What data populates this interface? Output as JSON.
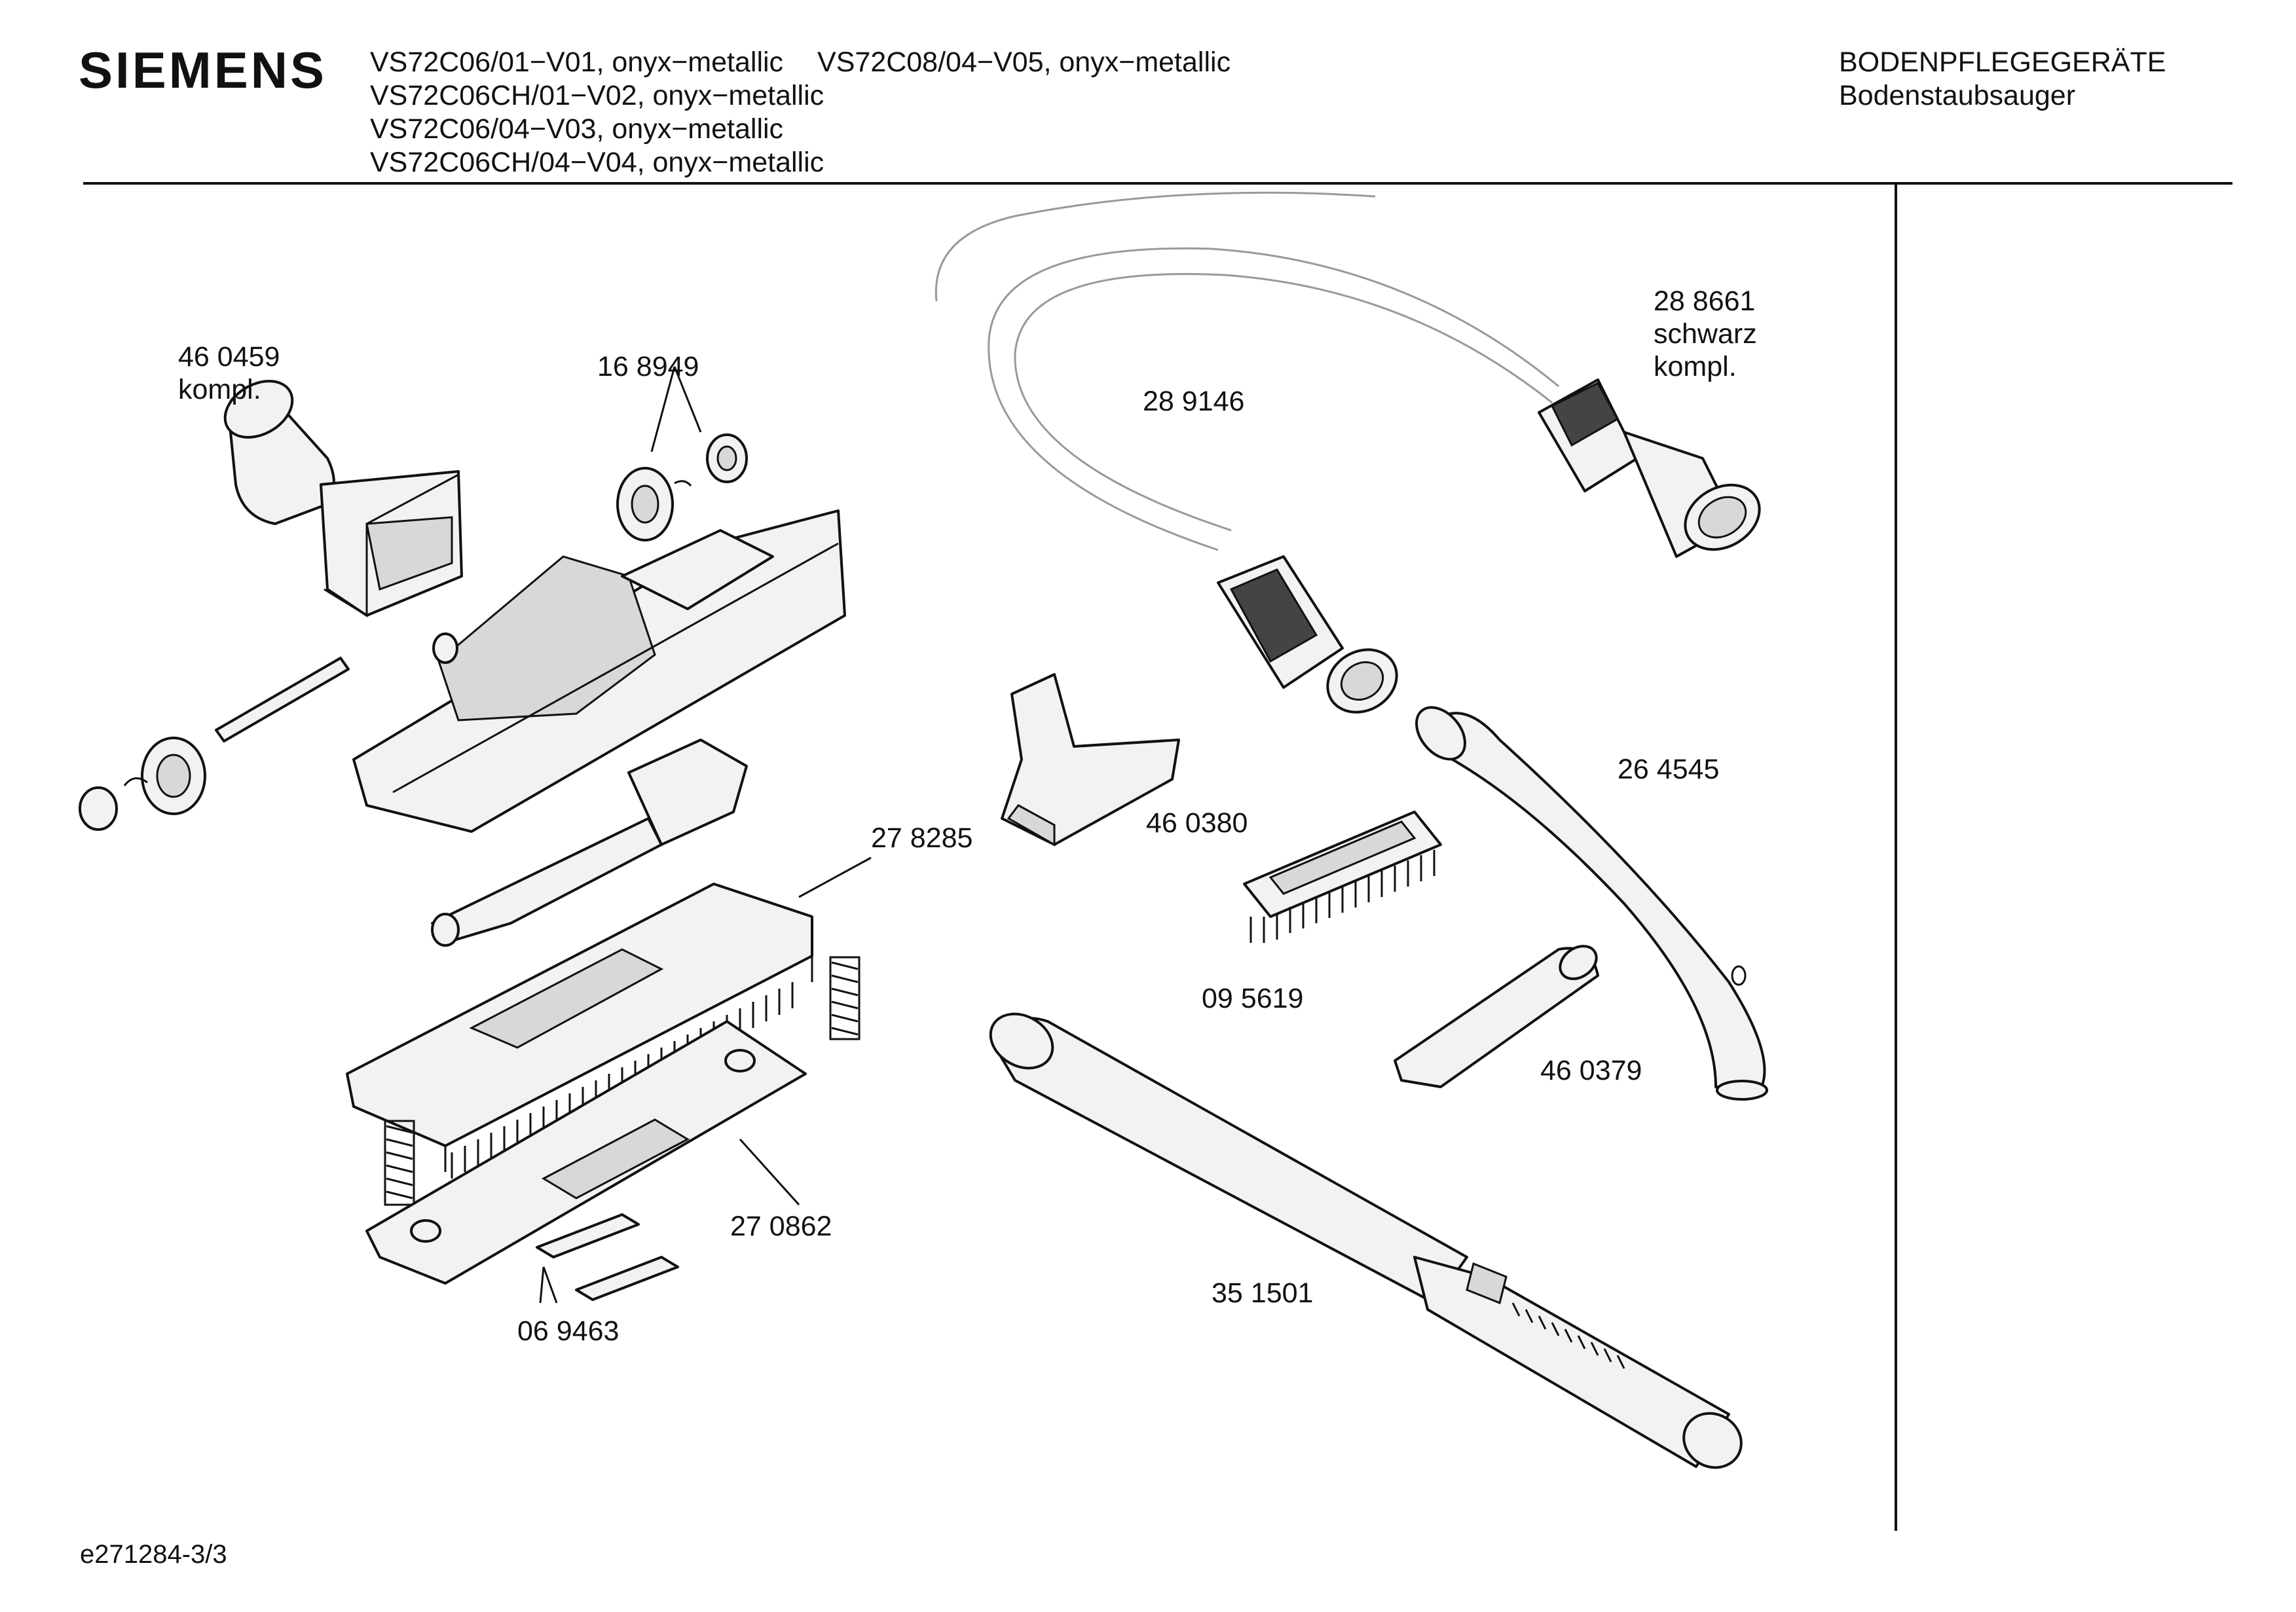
{
  "header": {
    "brand": "SIEMENS",
    "models": [
      [
        "VS72C06/01−V01, onyx−metallic",
        "VS72C08/04−V05, onyx−metallic"
      ],
      [
        "VS72C06CH/01−V02, onyx−metallic"
      ],
      [
        "VS72C06/04−V03, onyx−metallic"
      ],
      [
        "VS72C06CH/04−V04, onyx−metallic"
      ]
    ],
    "category": "BODENPFLEGEGERÄTE",
    "subcategory": "Bodenstaubsauger"
  },
  "parts": [
    {
      "id": "p460459",
      "number": "46 0459",
      "note": "kompl."
    },
    {
      "id": "p168949",
      "number": "16 8949",
      "note": ""
    },
    {
      "id": "p289146",
      "number": "28 9146",
      "note": ""
    },
    {
      "id": "p288661",
      "number": "28 8661",
      "note": "schwarz",
      "note2": "kompl."
    },
    {
      "id": "p278285",
      "number": "27 8285",
      "note": ""
    },
    {
      "id": "p460380",
      "number": "46 0380",
      "note": ""
    },
    {
      "id": "p264545",
      "number": "26 4545",
      "note": ""
    },
    {
      "id": "p095619",
      "number": "09 5619",
      "note": ""
    },
    {
      "id": "p460379",
      "number": "46 0379",
      "note": ""
    },
    {
      "id": "p270862",
      "number": "27 0862",
      "note": ""
    },
    {
      "id": "p069463",
      "number": "06 9463",
      "note": ""
    },
    {
      "id": "p351501",
      "number": "35 1501",
      "note": ""
    }
  ],
  "footer": {
    "drawing_id": "e271284-3/3"
  }
}
